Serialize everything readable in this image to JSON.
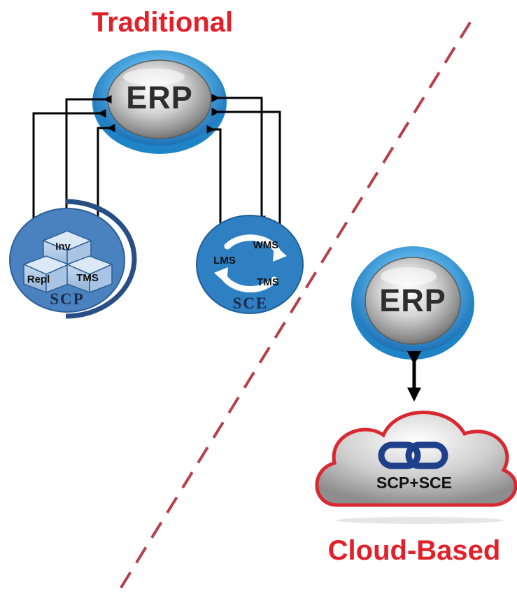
{
  "traditional": {
    "title": "Traditional",
    "erp_label": "ERP",
    "scp": {
      "label": "SCP",
      "modules": [
        "Inv",
        "Repl",
        "TMS"
      ]
    },
    "sce": {
      "label": "SCE",
      "modules": [
        "WMS",
        "LMS",
        "TMS"
      ]
    }
  },
  "cloud": {
    "title": "Cloud-Based",
    "erp_label": "ERP",
    "cloud_label": "SCP+SCE"
  },
  "colors": {
    "title_red": "#e3202a",
    "divider": "#b5414a",
    "node_blue": "#4d93d4",
    "cloud_border": "#d9282f",
    "chain": "#1e3f8a"
  },
  "icons": [
    "chain-link-icon",
    "cube-stack-icon",
    "refresh-cycle-icon"
  ]
}
